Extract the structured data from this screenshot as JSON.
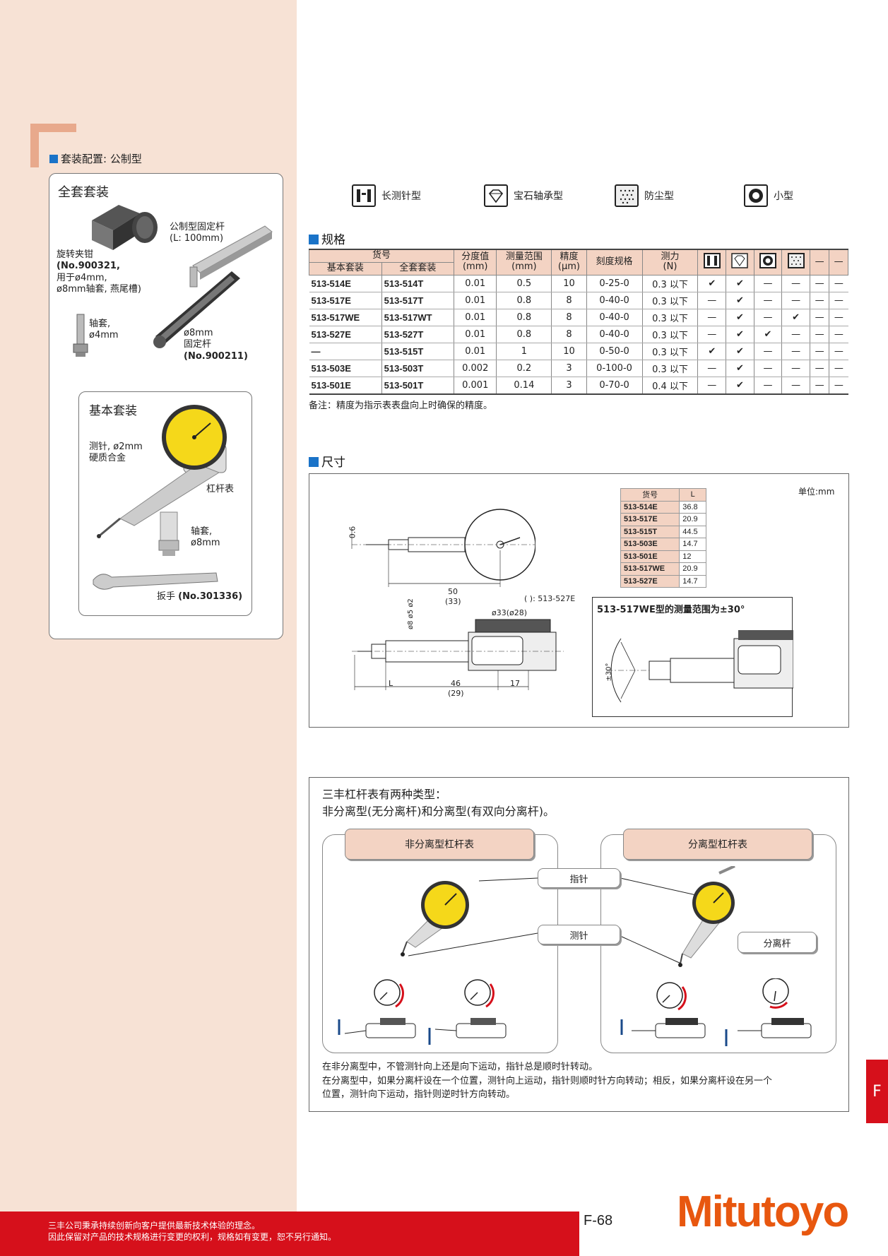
{
  "sidebar": {
    "section_label": "套装配置: 公制型",
    "full_set": {
      "title": "全套套装",
      "rod_label": "公制型固定杆\n(L: 100mm)",
      "clamp_label": "旋转夹钳",
      "clamp_no": "(No.900321,",
      "clamp_desc": "用于ø4mm,\nø8mm轴套, 燕尾槽)",
      "sleeve4_label": "轴套,\nø4mm",
      "rod8_label": "ø8mm\n固定杆",
      "rod8_no": "(No.900211)"
    },
    "basic_set": {
      "title": "基本套装",
      "stylus_label": "测针, ø2mm\n硬质合金",
      "lever_label": "杠杆表",
      "sleeve8_label": "轴套,\nø8mm",
      "wrench_label": "扳手",
      "wrench_no": "(No.301336)"
    }
  },
  "legend": [
    {
      "icon": "long-stylus-icon",
      "label": "长测针型"
    },
    {
      "icon": "jewel-bearing-icon",
      "label": "宝石轴承型"
    },
    {
      "icon": "dustproof-icon",
      "label": "防尘型"
    },
    {
      "icon": "compact-icon",
      "label": "小型"
    }
  ],
  "spec": {
    "title": "规格",
    "header": {
      "model": "货号",
      "basic": "基本套装",
      "full": "全套套装",
      "graduation": "分度值\n(mm)",
      "range": "测量范围\n(mm)",
      "accuracy": "精度\n(µm)",
      "dial": "刻度规格",
      "force": "测力\n(N)",
      "dash1": "—",
      "dash2": "—"
    },
    "rows": [
      [
        "513-514E",
        "513-514T",
        "0.01",
        "0.5",
        "10",
        "0-25-0",
        "0.3 以下",
        "✔",
        "✔",
        "—",
        "—",
        "—",
        "—"
      ],
      [
        "513-517E",
        "513-517T",
        "0.01",
        "0.8",
        "8",
        "0-40-0",
        "0.3 以下",
        "—",
        "✔",
        "—",
        "—",
        "—",
        "—"
      ],
      [
        "513-517WE",
        "513-517WT",
        "0.01",
        "0.8",
        "8",
        "0-40-0",
        "0.3 以下",
        "—",
        "✔",
        "—",
        "✔",
        "—",
        "—"
      ],
      [
        "513-527E",
        "513-527T",
        "0.01",
        "0.8",
        "8",
        "0-40-0",
        "0.3 以下",
        "—",
        "✔",
        "✔",
        "—",
        "—",
        "—"
      ],
      [
        "—",
        "513-515T",
        "0.01",
        "1",
        "10",
        "0-50-0",
        "0.3 以下",
        "✔",
        "✔",
        "—",
        "—",
        "—",
        "—"
      ],
      [
        "513-503E",
        "513-503T",
        "0.002",
        "0.2",
        "3",
        "0-100-0",
        "0.3 以下",
        "—",
        "✔",
        "—",
        "—",
        "—",
        "—"
      ],
      [
        "513-501E",
        "513-501T",
        "0.001",
        "0.14",
        "3",
        "0-70-0",
        "0.4 以下",
        "—",
        "✔",
        "—",
        "—",
        "—",
        "—"
      ]
    ],
    "note": "备注：精度为指示表表盘向上时确保的精度。"
  },
  "dimensions": {
    "title": "尺寸",
    "unit": "单位:mm",
    "dim_06": "0.6",
    "dim_50": "50",
    "dim_33": "(33)",
    "paren_note": "(  ): 513-527E",
    "dim_d33": "ø33(ø28)",
    "dim_d8": "ø8  ø5  ø2",
    "dim_L": "L",
    "dim_46": "46",
    "dim_29": "(29)",
    "dim_17": "17",
    "range_title": "513-517WE型的测量范围为±30°",
    "range_angle": "±30°",
    "lengths_header": [
      "货号",
      "L"
    ],
    "lengths": [
      [
        "513-514E",
        "36.8"
      ],
      [
        "513-517E",
        "20.9"
      ],
      [
        "513-515T",
        "44.5"
      ],
      [
        "513-503E",
        "14.7"
      ],
      [
        "513-501E",
        "12"
      ],
      [
        "513-517WE",
        "20.9"
      ],
      [
        "513-527E",
        "14.7"
      ]
    ]
  },
  "types": {
    "title_line1": "三丰杠杆表有两种类型：",
    "title_line2": "非分离型(无分离杆)和分离型(有双向分离杆)。",
    "non_separable": "非分离型杠杆表",
    "separable": "分离型杠杆表",
    "pointer": "指针",
    "stylus": "测针",
    "lever": "分离杆",
    "desc": "在非分离型中，不管测针向上还是向下运动，指针总是顺时针转动。\n在分离型中，如果分离杆设在一个位置，测针向上运动，指针则顺时针方向转动；相反，如果分离杆设在另一个\n位置，测针向下运动，指针则逆时针方向转动。"
  },
  "footer": {
    "line1": "三丰公司秉承持续创新向客户提供最新技术体验的理念。",
    "line2": "因此保留对产品的技术规格进行变更的权利，规格如有变更，恕不另行通知。",
    "page": "F-68",
    "brand": "Mitutoyo",
    "tab": "F"
  },
  "colors": {
    "sidebar_bg": "#f7e2d5",
    "accent_salmon": "#f3d3c3",
    "section_square": "#1a73c8",
    "footer_red": "#d6101b",
    "brand_orange": "#e8570f",
    "dial_yellow": "#f5d81a"
  }
}
